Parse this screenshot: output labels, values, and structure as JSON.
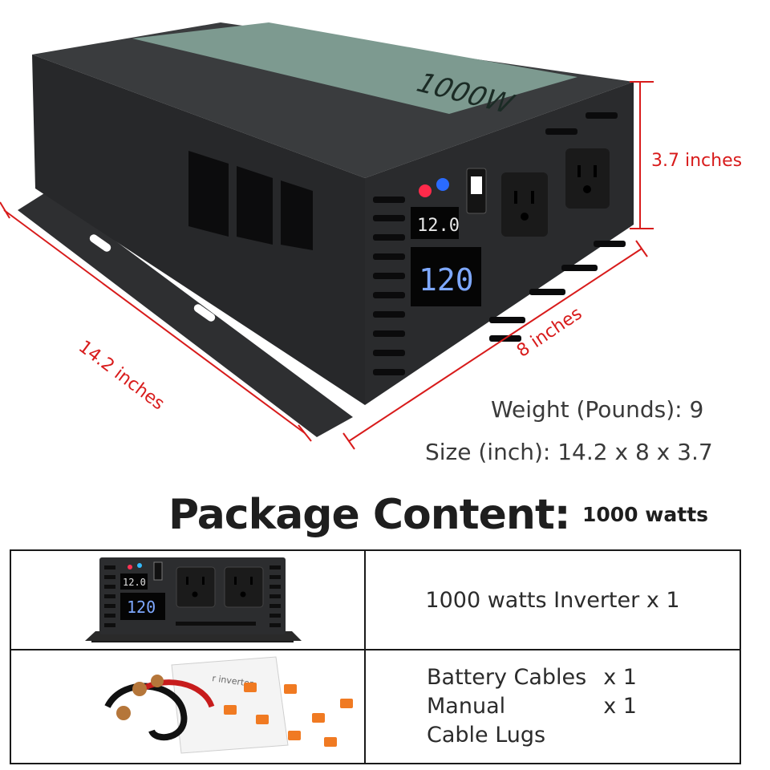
{
  "dimensions": {
    "length_label": "14.2 inches",
    "width_label": "8 inches",
    "height_label": "3.7 inches"
  },
  "product": {
    "label_text": "1000W",
    "display_low": "12.0",
    "display_high": "120"
  },
  "specs": {
    "weight": "Weight (Pounds): 9",
    "size": "Size (inch): 14.2 x 8 x 3.7"
  },
  "package": {
    "title": "Package Content:",
    "subtitle": "1000 watts",
    "rows": [
      {
        "item": "1000 watts Inverter x 1"
      },
      {
        "accessories": [
          {
            "name": "Battery Cables",
            "qty": "x 1"
          },
          {
            "name": "Manual",
            "qty": "x 1"
          },
          {
            "name": "Cable Lugs",
            "qty": ""
          }
        ]
      }
    ]
  },
  "colors": {
    "dimension_red": "#d81b1b",
    "body_dark": "#2a2b2d",
    "lcd_blue": "#7ea8ff"
  }
}
